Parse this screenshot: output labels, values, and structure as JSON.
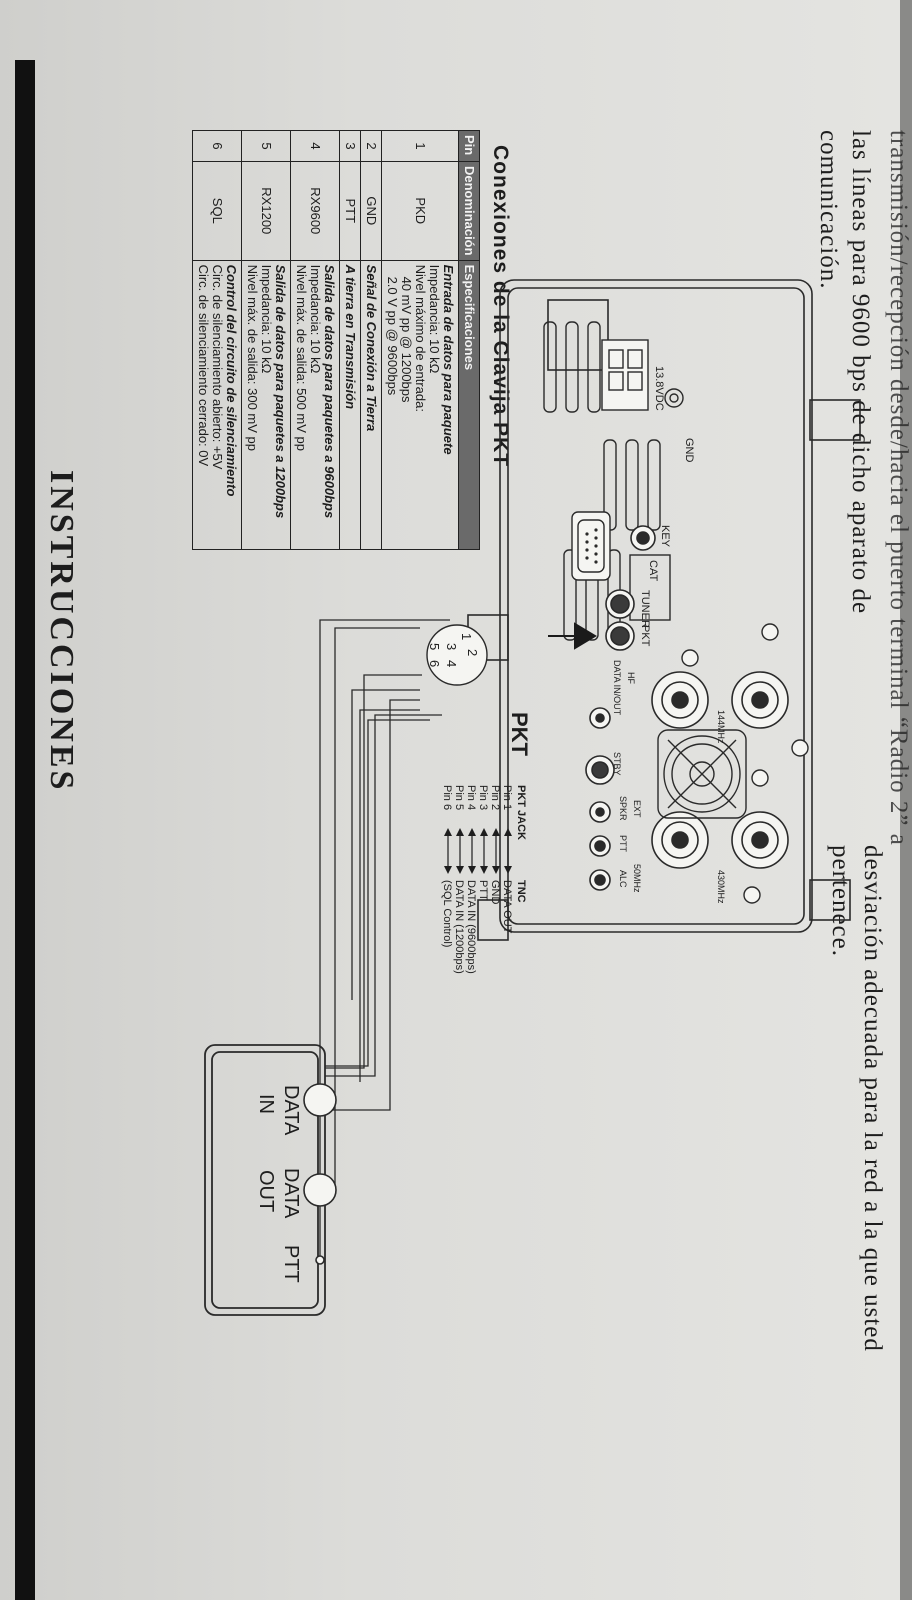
{
  "text": {
    "top_line_cut": "transmisión/recepción desde/hacia el puerto terminal “Radio 2” a",
    "line1_left": "las líneas para 9600 bps de dicho aparato de",
    "line2_left": "comunicación.",
    "line1_right": "desviación adecuada para la red a la que usted",
    "line2_right": "pertenece.",
    "bottom_heading_cut": "INSTRUCCIONES"
  },
  "table": {
    "title": "Conexiones de la Clavija PKT",
    "headers": [
      "Pin",
      "Denominación",
      "Especificaciones"
    ],
    "rows": [
      {
        "pin": "1",
        "name": "PKD",
        "spec_title": "Entrada de datos para paquete",
        "spec_lines": [
          "Impedancia: 10 kΩ",
          "Nivel máximo de entrada:",
          "40 mV pp @ 1200bps",
          "2.0 V pp @ 9600bps"
        ]
      },
      {
        "pin": "2",
        "name": "GND",
        "spec_title": "Señal de Conexión a Tierra",
        "spec_lines": []
      },
      {
        "pin": "3",
        "name": "PTT",
        "spec_title": "A tierra en Transmisión",
        "spec_lines": []
      },
      {
        "pin": "4",
        "name": "RX9600",
        "spec_title": "Salida de datos para paquetes a 9600bps",
        "spec_lines": [
          "Impedancia: 10 kΩ",
          "Nivel máx. de salida: 500 mV pp"
        ]
      },
      {
        "pin": "5",
        "name": "RX1200",
        "spec_title": "Salida de datos para paquetes a 1200bps",
        "spec_lines": [
          "Impedancia: 10 kΩ",
          "Nivel máx. de salida: 300 mV pp"
        ]
      },
      {
        "pin": "6",
        "name": "SQL",
        "spec_title": "Control del circuito de silenciamiento",
        "spec_lines": [
          "Circ. de silenciamiento abierto: +5V",
          "Circ. de silenciamiento cerrado: 0V"
        ]
      }
    ]
  },
  "panel": {
    "labels": {
      "power": "13.8VDC",
      "gnd": "GND",
      "key": "KEY",
      "cat": "CAT",
      "tuner": "TUNER",
      "pkt": "PKT",
      "hf": "HF",
      "data_inout": "DATA IN/OUT",
      "stby": "STBY",
      "ext": "EXT",
      "spkr": "SPKR",
      "ptt": "PTT",
      "band50": "50MHz",
      "alc": "ALC",
      "band144": "144MHz",
      "band430": "430MHz"
    }
  },
  "pinout": {
    "connector_title": "PKT",
    "header_left": "PKT JACK",
    "header_right": "TNC",
    "pins": [
      {
        "pin": "Pin 1",
        "signal": "DATA OUT"
      },
      {
        "pin": "Pin 2",
        "signal": "GND"
      },
      {
        "pin": "Pin 3",
        "signal": "PTT"
      },
      {
        "pin": "Pin 4",
        "signal": "DATA IN (9600bps)"
      },
      {
        "pin": "Pin 5",
        "signal": "DATA IN (1200bps)"
      },
      {
        "pin": "Pin 6",
        "signal": "(SQL Control)"
      }
    ],
    "din_numbers": [
      "1",
      "2",
      "3",
      "4",
      "5",
      "6"
    ]
  },
  "tnc": {
    "data_in_1": "DATA",
    "data_in_2": "IN",
    "data_out_1": "DATA",
    "data_out_2": "OUT",
    "ptt": "PTT"
  }
}
